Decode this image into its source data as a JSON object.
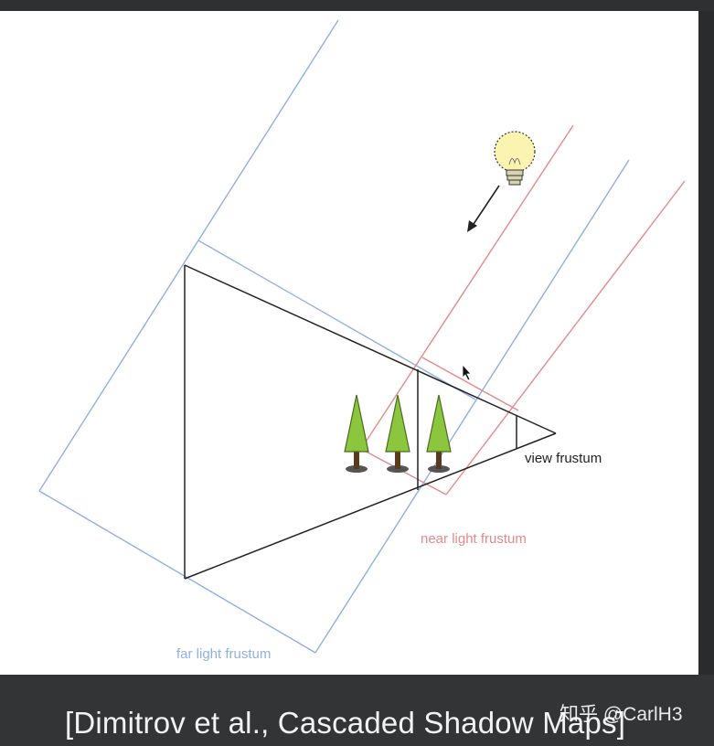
{
  "diagram": {
    "labels": {
      "view_frustum": "view frustum",
      "near_light_frustum": "near light frustum",
      "far_light_frustum": "far light frustum"
    },
    "colors": {
      "view_frustum": "#222222",
      "near_light_frustum": "#e58a8a",
      "far_light_frustum": "#8fb0e3",
      "tree_foliage": "#8cc63f",
      "tree_trunk": "#5a3a1a",
      "bulb": "#fbf3b0"
    },
    "icons": [
      "light-bulb-icon",
      "light-direction-arrow",
      "tree-icon",
      "mouse-cursor-icon"
    ]
  },
  "caption": {
    "citation": "[Dimitrov et al., Cascaded Shadow Maps]",
    "watermark": "知乎 @CarlH3"
  }
}
